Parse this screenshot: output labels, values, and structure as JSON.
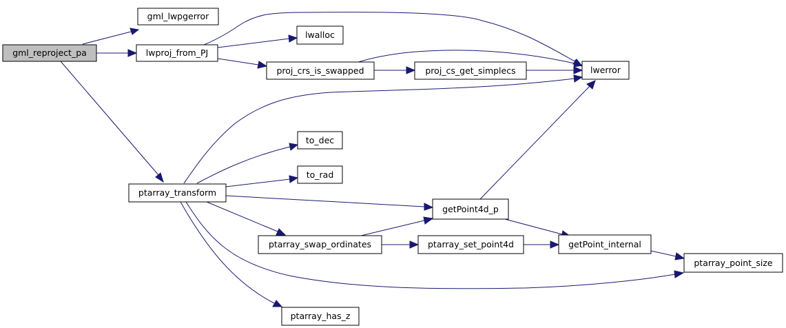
{
  "graph": {
    "nodes": {
      "gml_reproject_pa": "gml_reproject_pa",
      "gml_lwpgerror": "gml_lwpgerror",
      "lwproj_from_PJ": "lwproj_from_PJ",
      "ptarray_transform": "ptarray_transform",
      "lwalloc": "lwalloc",
      "proj_crs_is_swapped": "proj_crs_is_swapped",
      "proj_cs_get_simplecs": "proj_cs_get_simplecs",
      "lwerror": "lwerror",
      "to_dec": "to_dec",
      "to_rad": "to_rad",
      "getPoint4d_p": "getPoint4d_p",
      "ptarray_swap_ordinates": "ptarray_swap_ordinates",
      "ptarray_set_point4d": "ptarray_set_point4d",
      "getPoint_internal": "getPoint_internal",
      "ptarray_point_size": "ptarray_point_size",
      "ptarray_has_z": "ptarray_has_z"
    },
    "edges": [
      {
        "from": "gml_reproject_pa",
        "to": "gml_lwpgerror"
      },
      {
        "from": "gml_reproject_pa",
        "to": "lwproj_from_PJ"
      },
      {
        "from": "gml_reproject_pa",
        "to": "ptarray_transform"
      },
      {
        "from": "lwproj_from_PJ",
        "to": "lwerror"
      },
      {
        "from": "lwproj_from_PJ",
        "to": "lwalloc"
      },
      {
        "from": "lwproj_from_PJ",
        "to": "proj_crs_is_swapped"
      },
      {
        "from": "proj_crs_is_swapped",
        "to": "lwerror"
      },
      {
        "from": "proj_crs_is_swapped",
        "to": "proj_cs_get_simplecs"
      },
      {
        "from": "proj_cs_get_simplecs",
        "to": "lwerror"
      },
      {
        "from": "ptarray_transform",
        "to": "lwerror"
      },
      {
        "from": "ptarray_transform",
        "to": "to_dec"
      },
      {
        "from": "ptarray_transform",
        "to": "to_rad"
      },
      {
        "from": "ptarray_transform",
        "to": "getPoint4d_p"
      },
      {
        "from": "ptarray_transform",
        "to": "ptarray_swap_ordinates"
      },
      {
        "from": "ptarray_transform",
        "to": "ptarray_point_size"
      },
      {
        "from": "ptarray_transform",
        "to": "ptarray_has_z"
      },
      {
        "from": "getPoint4d_p",
        "to": "lwerror"
      },
      {
        "from": "getPoint4d_p",
        "to": "getPoint_internal"
      },
      {
        "from": "ptarray_swap_ordinates",
        "to": "getPoint4d_p"
      },
      {
        "from": "ptarray_swap_ordinates",
        "to": "ptarray_set_point4d"
      },
      {
        "from": "ptarray_set_point4d",
        "to": "getPoint_internal"
      },
      {
        "from": "getPoint_internal",
        "to": "ptarray_point_size"
      }
    ]
  }
}
